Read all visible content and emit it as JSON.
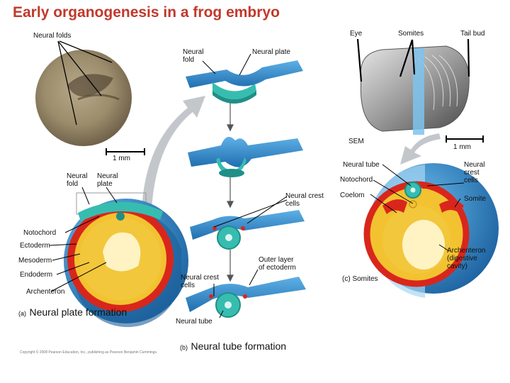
{
  "title": "Early organogenesis in a frog embryo",
  "labels": {
    "neural_folds": "Neural folds",
    "neural_fold_b1": "Neural\nfold",
    "neural_plate_b1": "Neural plate",
    "eye": "Eye",
    "somites_top": "Somites",
    "tail_bud": "Tail bud",
    "sem": "SEM",
    "scale_left": "1 mm",
    "scale_right": "1 mm",
    "neural_fold_a": "Neural\nfold",
    "neural_plate_a": "Neural\nplate",
    "neural_tube_c": "Neural tube",
    "notochord_c": "Notochord",
    "neural_crest_cells_c": "Neural\ncrest\ncells",
    "neural_crest_cells_b": "Neural crest\ncells",
    "coelom": "Coelom",
    "somite": "Somite",
    "notochord_a": "Notochord",
    "ectoderm": "Ectoderm",
    "mesoderm": "Mesoderm",
    "endoderm": "Endoderm",
    "archenteron_a": "Archenteron",
    "outer_layer": "Outer layer\nof ectoderm",
    "neural_crest_cells_b2": "Neural crest\ncells",
    "archenteron_c": "Archenteron\n(digestive\ncavity)",
    "neural_tube_b": "Neural tube"
  },
  "captions": {
    "a_letter": "(a)",
    "a_text": "Neural plate formation",
    "b_letter": "(b)",
    "b_text": "Neural tube formation",
    "c_text": "(c) Somites"
  },
  "copyright": "Copyright © 2008 Pearson Education, Inc., publishing as Pearson Benjamin Cummings.",
  "colors": {
    "title": "#c0392b",
    "ectoderm_blue": "#2e86c8",
    "neural_teal": "#2fb5a8",
    "mesoderm_red": "#d9261c",
    "endoderm_yellow": "#f2c230",
    "arrow_gray": "#b8bcc0"
  }
}
